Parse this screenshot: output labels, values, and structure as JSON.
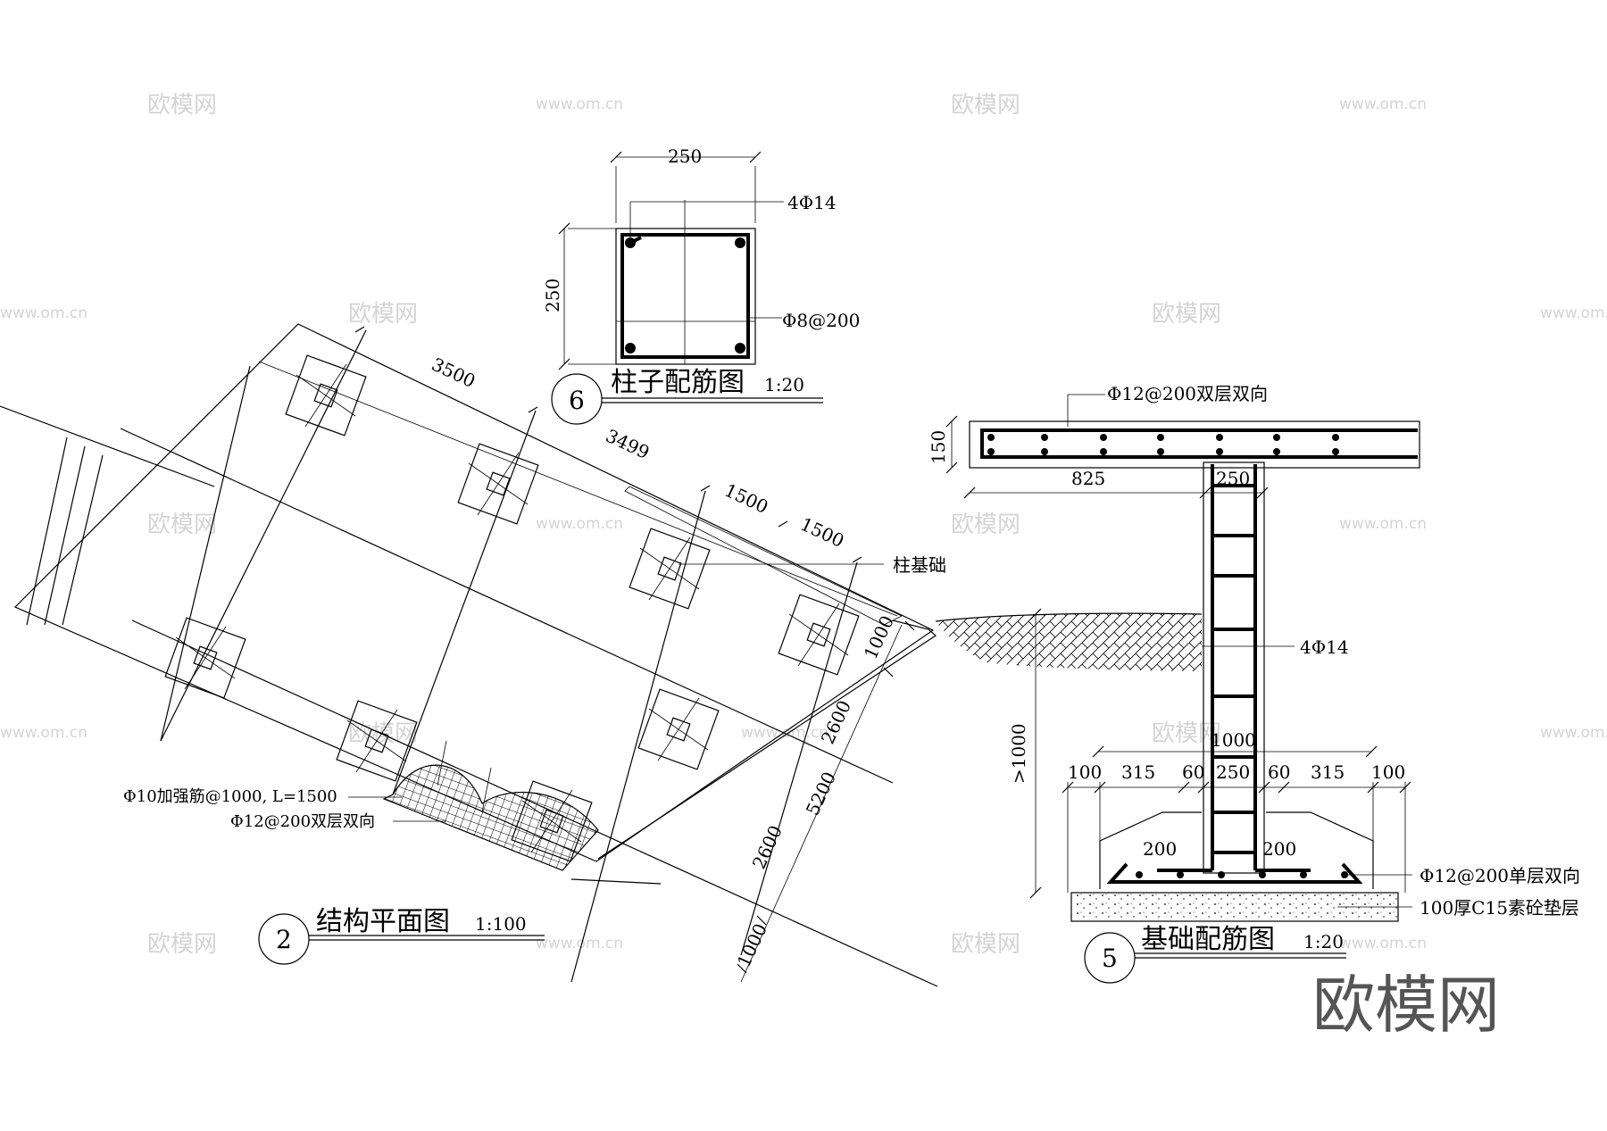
{
  "watermark": {
    "brand": "欧模网",
    "url": "www.om.cn"
  },
  "logo": "欧模网",
  "column_detail": {
    "number": "6",
    "title": "柱子配筋图",
    "scale": "1:20",
    "width_dim": "250",
    "height_dim": "250",
    "main_bar": "4Φ14",
    "stirrup": "Φ8@200"
  },
  "plan": {
    "number": "2",
    "title": "结构平面图",
    "scale": "1:100",
    "dims_top": [
      "3500",
      "3499",
      "1500",
      "1500"
    ],
    "dims_right": [
      "1000",
      "2600",
      "5200",
      "2600",
      "1000"
    ],
    "label_footing": "柱基础",
    "label_rebar_1": "Φ10加强筋@1000, L=1500",
    "label_rebar_2": "Φ12@200双层双向"
  },
  "foundation_detail": {
    "number": "5",
    "title": "基础配筋图",
    "scale": "1:20",
    "slab_rebar": "Φ12@200双层双向",
    "slab_thickness": "150",
    "dim_825": "825",
    "dim_250_top": "250",
    "column_bar": "4Φ14",
    "depth": ">1000",
    "dim_1000": "1000",
    "bottom_dims": [
      "100",
      "315",
      "60",
      "250",
      "60",
      "315",
      "100"
    ],
    "dim_200_left": "200",
    "dim_200_right": "200",
    "base_rebar": "Φ12@200单层双向",
    "cushion": "100厚C15素砼垫层"
  }
}
